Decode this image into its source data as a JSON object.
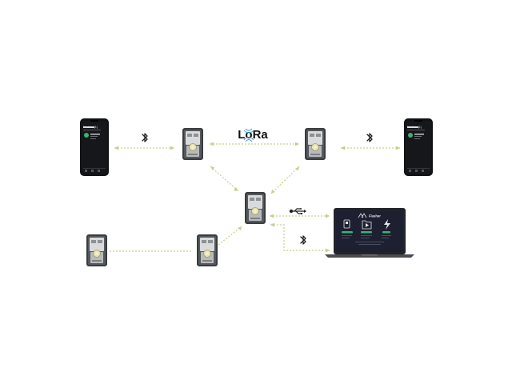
{
  "colors": {
    "link": "#c8d08a",
    "device_body": "#3a3d40",
    "device_frame": "#56595c",
    "device_screen": "#d9dadb",
    "device_center": "#e8e2b0",
    "phone_body": "#111214",
    "phone_accent": "#3bb273",
    "laptop_screen": "#1d2030",
    "laptop_accent": "#3bb273",
    "laptop_base": "#4a4c52",
    "icon": "#222222",
    "lora_wave": "#4aa7d8"
  },
  "lora": {
    "label": "LoRa"
  },
  "phones": {
    "left": {
      "title": "Meshtas (1)"
    },
    "right": {
      "title": "Meshtas (1)"
    }
  },
  "laptop": {
    "app_name": "Flasher"
  },
  "icons": {
    "bluetooth_left": "bluetooth-icon",
    "bluetooth_right": "bluetooth-icon",
    "bluetooth_laptop": "bluetooth-icon",
    "usb": "usb-icon",
    "lora_waves": "radio-waves-icon",
    "file": "file-icon",
    "folder": "folder-icon",
    "bolt": "lightning-icon",
    "device": "device-icon"
  }
}
